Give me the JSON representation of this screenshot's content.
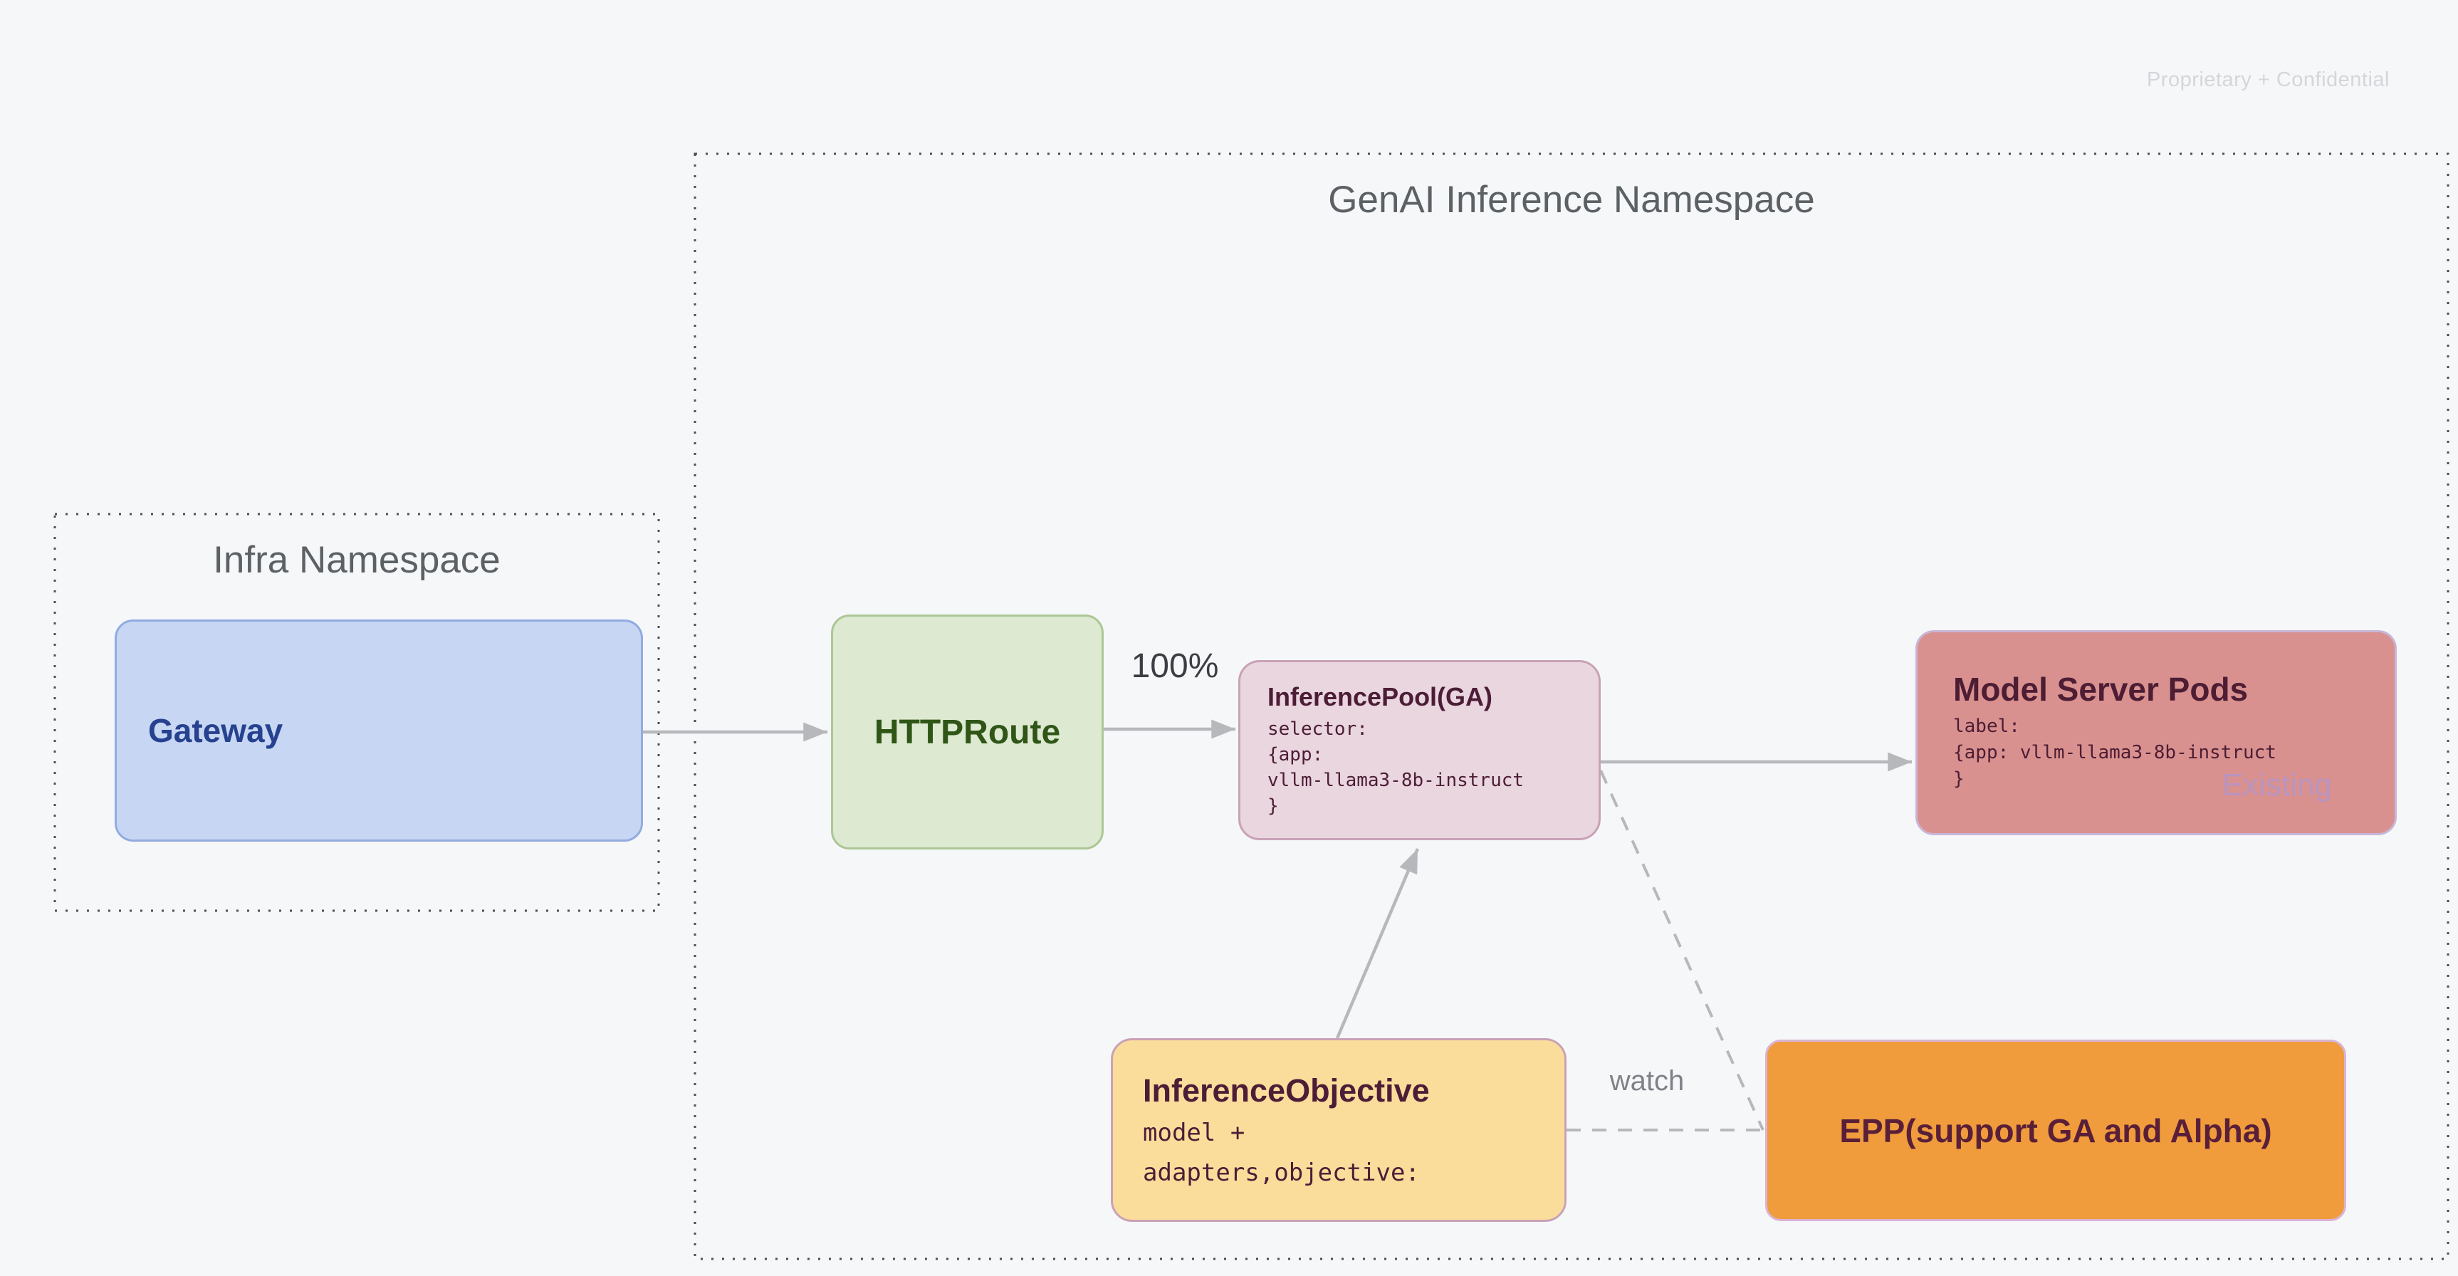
{
  "page": {
    "watermark": "Proprietary + Confidential",
    "background_color": "#f6f7f9"
  },
  "namespaces": {
    "infra": {
      "title": "Infra Namespace"
    },
    "genai": {
      "title": "GenAI Inference Namespace"
    }
  },
  "nodes": {
    "gateway": {
      "label": "Gateway",
      "fill": "#c7d6f2",
      "border": "#92abe0",
      "text_color": "#26418f"
    },
    "httproute": {
      "label": "HTTPRoute",
      "fill": "#dde9d0",
      "border": "#abc795",
      "text_color": "#2f5617"
    },
    "inference_pool": {
      "title": "InferencePool(GA)",
      "code": [
        "selector:",
        "{app:",
        "vllm-llama3-8b-instruct",
        "}"
      ],
      "fill": "#e9d6df",
      "border": "#c9a2b6",
      "text_color": "#4d1d37"
    },
    "model_server_pods": {
      "title": "Model Server Pods",
      "code": [
        "label:",
        "{app: vllm-llama3-8b-instruct",
        "}"
      ],
      "tag": "Existing",
      "fill": "#d99190",
      "border": "#c7b6d6",
      "text_color": "#4d1d33",
      "tag_color": "#b994bf"
    },
    "inference_objective": {
      "title": "InferenceObjective",
      "code": [
        "model +",
        "adapters,objective:"
      ],
      "fill": "#fadd9b",
      "border": "#c9a2b6",
      "text_color": "#4d1d37"
    },
    "epp": {
      "label": "EPP(support GA and Alpha)",
      "fill": "#f09c3d",
      "border": "#d9b4d5",
      "text_color": "#5a1f38"
    }
  },
  "edges": {
    "route_weight_label": "100%",
    "watch_label": "watch",
    "arrow_color": "#b7b8bb",
    "namespace_border_color": "#4f4f4f"
  }
}
